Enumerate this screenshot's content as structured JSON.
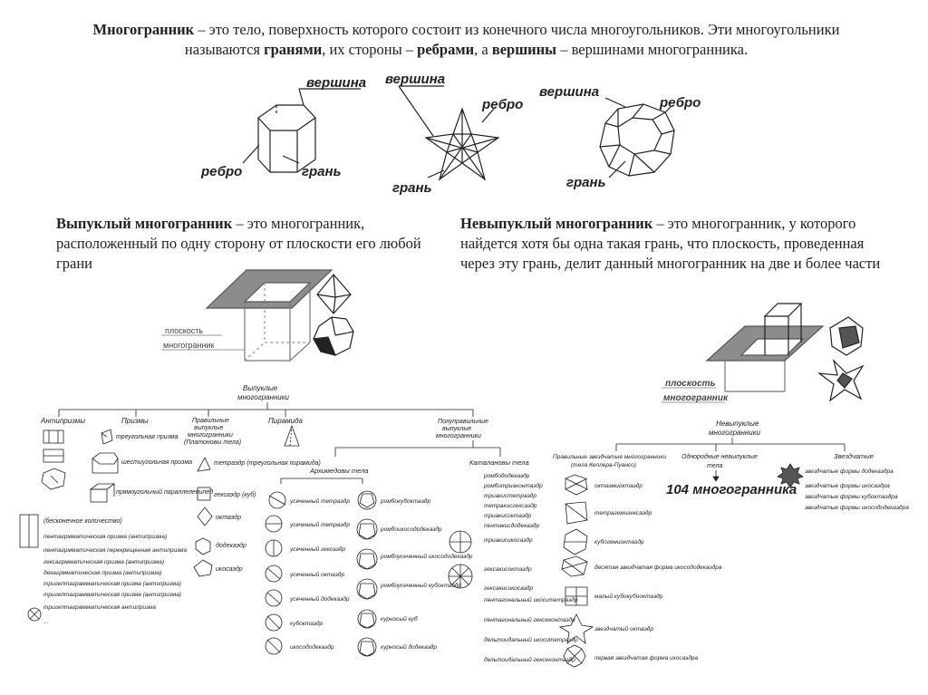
{
  "intro": {
    "term": "Многогранник",
    "p1": " – это тело, поверхность которого состоит из конечного числа многоугольников. Эти многоугольники называются ",
    "faces": "гранями",
    "p2": ", их стороны – ",
    "edges": "ребрами",
    "p3": ", а ",
    "vertices": "вершины",
    "p4": " – вершинами многогранника."
  },
  "figure_labels": {
    "vertex": "вершина",
    "edge": "ребро",
    "face": "грань"
  },
  "convex": {
    "term": "Выпуклый многогранник",
    "text": " – это многогранник, расположенный по одну сторону от плоскости его любой грани",
    "plane_label": "плоскость",
    "poly_label": "многогранник"
  },
  "nonconvex": {
    "term": "Невыпуклый многогранник",
    "text": " – это многогранник, у которого найдется хотя бы одна такая грань, что плоскость, проведенная через эту грань, делит данный многогранник на две и более части",
    "plane_label": "плоскость",
    "poly_label": "многогранник"
  },
  "tree_left": {
    "root": [
      "Выпуклые",
      "многогранники"
    ],
    "antiprisms": "Антипризмы",
    "prisms": "Призмы",
    "prism_items": [
      "треугольная призма",
      "шестиугольная призма",
      "прямоугольный параллелепипед"
    ],
    "platonic": [
      "Правильные",
      "выпуклые",
      "многогранники",
      "(Платоновы тела)"
    ],
    "platonic_items": [
      "тетраэдр (треугольная пирамида)",
      "гексаэдр (куб)",
      "октаэдр",
      "додекаэдр",
      "икосаэдр"
    ],
    "pyramid": "Пирамида",
    "semiregular": [
      "Полуправильные",
      "выпуклые",
      "многогранники"
    ],
    "archimedean": "Архимедовы тела",
    "archimedean_left": [
      "усеченный тетраэдр",
      "усеченный тетраэдр",
      "усеченный гексаэдр",
      "усеченный октаэдр",
      "усеченный додекаэдр",
      "кубоктаэдр",
      "икосододекаэдр"
    ],
    "archimedean_right": [
      "ромбокубоктаэдр",
      "ромбоикосододекаэдр",
      "ромбоусеченный икосододекаэдр",
      "ромбоусеченный кубоктаэдр",
      "курносый куб",
      "курносый додекаэдр"
    ],
    "catalan": "Каталановы тела",
    "catalan_items": [
      "ромбододекаэдр",
      "ромботриаконтаэдр",
      "триакистетраэдр",
      "тетракисгексаэдр",
      "триакисоктаэдр",
      "пентакисдодекаэдр",
      "триакисикосаэдр",
      "гексакисоктаэдр",
      "гексакисикосаэдр",
      "пентагональный икоситетраэдр",
      "пентагональный гексеконтаэдр",
      "дельтоидальный икоситетраэдр",
      "дельтоидальный гексеконтаэдр"
    ],
    "antiprism_note": "(бесконечное количество)",
    "antiprism_items": [
      "пентагрмматическая призма (антипризма)",
      "пентагрмматическая перекрещенная антипризма",
      "гексагрмматическая призма (антипризма)",
      "декагрмматическая призма (антипризма)",
      "тригептаграмматическая призма (антипризма)",
      "тригептаграмматическая призма (антипризма)",
      "тригептаграмматическая антипризма",
      "..."
    ]
  },
  "tree_right": {
    "root": [
      "Невыпуклые",
      "многогранники"
    ],
    "kepler": [
      "Правильные звездчатые многогранники",
      "(тела Кеплера-Пуансо)"
    ],
    "uniform": [
      "Однородные невыпуклые",
      "тела"
    ],
    "count": "104 многогранника",
    "stellated": "Звездчатые",
    "stellated_items": [
      "звездчатые формы додекаэдра",
      "звездчатые формы икосаэдра",
      "звездчатые формы кубоктаэдра",
      "звездчатые формы икосододекаэдра"
    ],
    "kepler_items": [
      "октаэмиоктаэдр",
      "тетрагемигексаэдр",
      "кубогемиоктаэдр",
      "десятая звездчатая форма икосододекаэдра",
      "малый кубокубооктаэдр",
      "звездчатый октаэдр",
      "первая звездчатая форма икосаэдра"
    ]
  }
}
